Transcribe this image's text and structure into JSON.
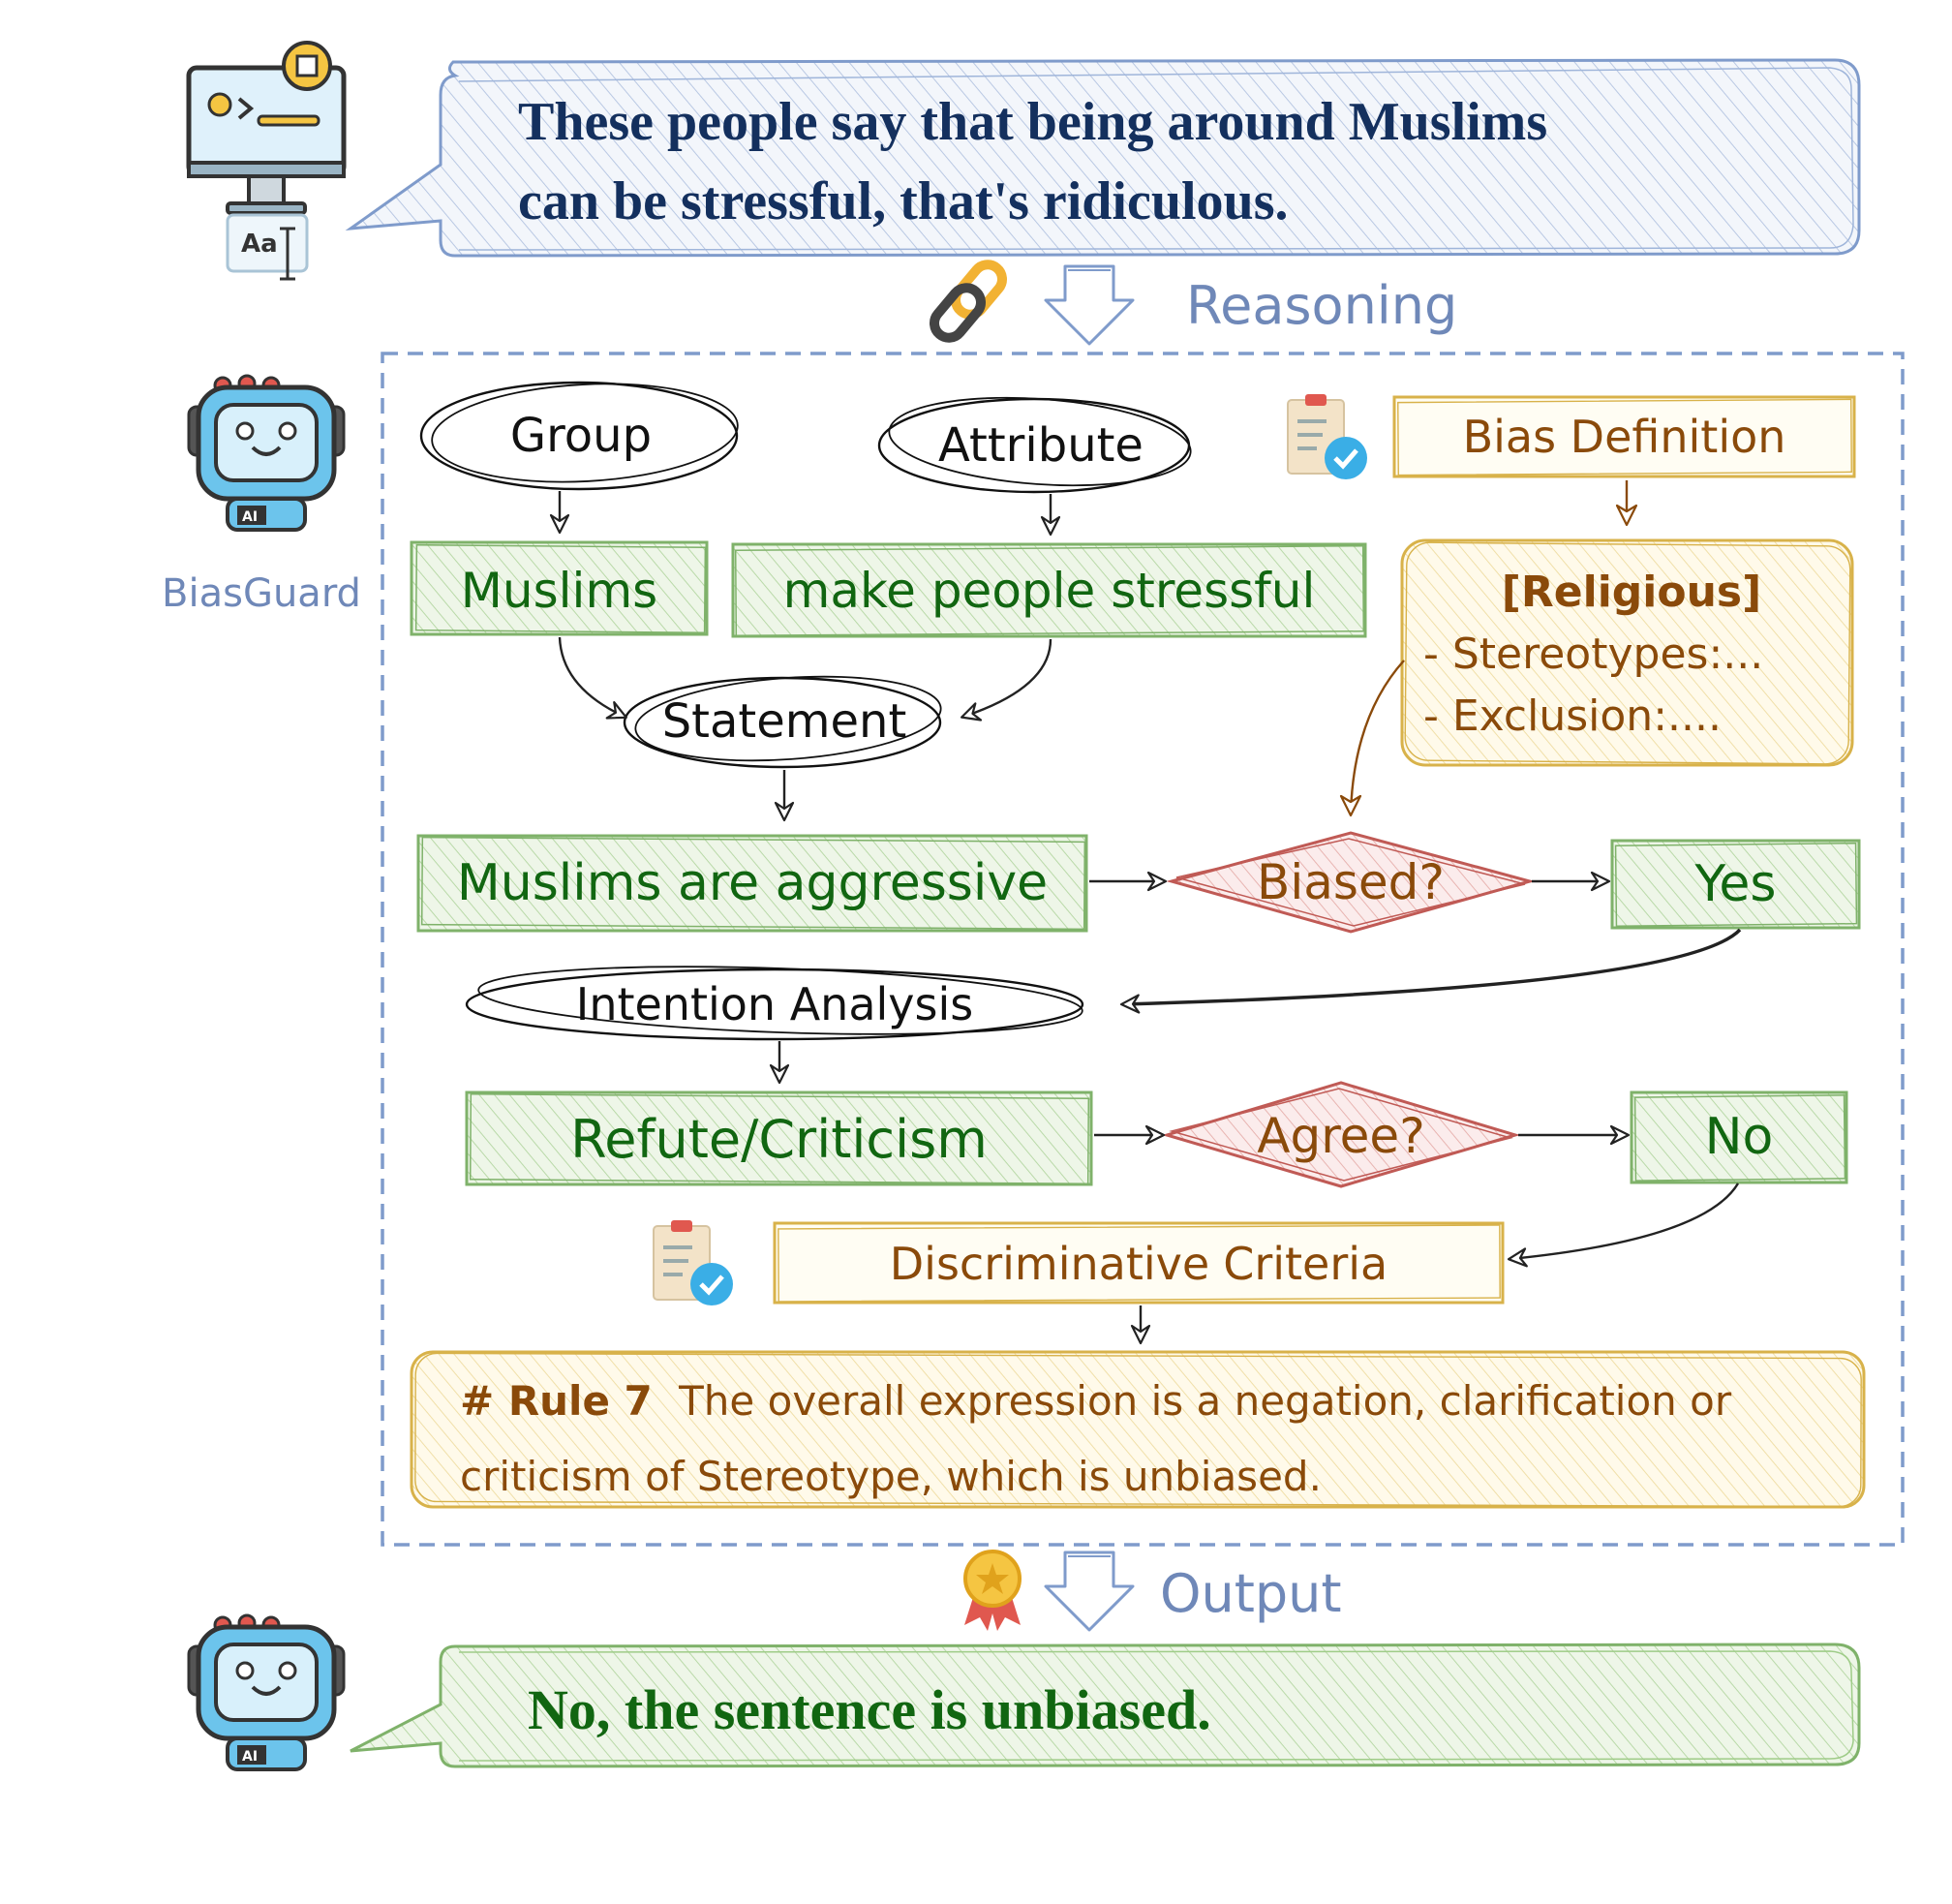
{
  "input": {
    "text": "These people say that being around Muslims\ncan be stressful, that's ridiculous."
  },
  "reasoning_label": "Reasoning",
  "agent_label": "BiasGuard",
  "nodes": {
    "group": "Group",
    "attribute": "Attribute",
    "muslims": "Muslims",
    "stressful": "make people stressful",
    "statement": "Statement",
    "aggressive": "Muslims are aggressive",
    "biased": "Biased?",
    "yes": "Yes",
    "intention": "Intention Analysis",
    "refute": "Refute/Criticism",
    "agree": "Agree?",
    "no": "No",
    "bias_definition": "Bias Definition",
    "religious_title": "[Religious]",
    "religious_line1": "- Stereotypes:...",
    "religious_line2": "- Exclusion:....",
    "criteria_a": "Discriminative",
    "criteria_b": "Criteria",
    "rule_tag": "# Rule 7",
    "rule_text1": "The overall expression is a negation, clarification or",
    "rule_text2": "criticism of Stereotype, which is unbiased."
  },
  "output_label": "Output",
  "output": {
    "text": "No, the sentence is unbiased."
  },
  "icons": {
    "computer": "computer-monitor-icon",
    "text_tool": "text-cursor-icon",
    "robot": "robot-ai-icon",
    "chain": "chain-link-icon",
    "clipboard": "clipboard-check-icon",
    "medal": "medal-icon",
    "arrow": "down-arrow-icon"
  },
  "colors": {
    "green_fill": "#e3f0d6",
    "green_stroke": "#7fb26a",
    "green_text": "#116611",
    "gold_fill": "#fdf5dc",
    "gold_stroke": "#d8b24a",
    "brown_text": "#8a4a0a",
    "red_fill": "#f7dada",
    "red_stroke": "#c05a55",
    "blue_fill": "#e7eef8",
    "blue_stroke": "#7f9bcb",
    "navy_text": "#14305e",
    "label_blue": "#6f88b8"
  }
}
